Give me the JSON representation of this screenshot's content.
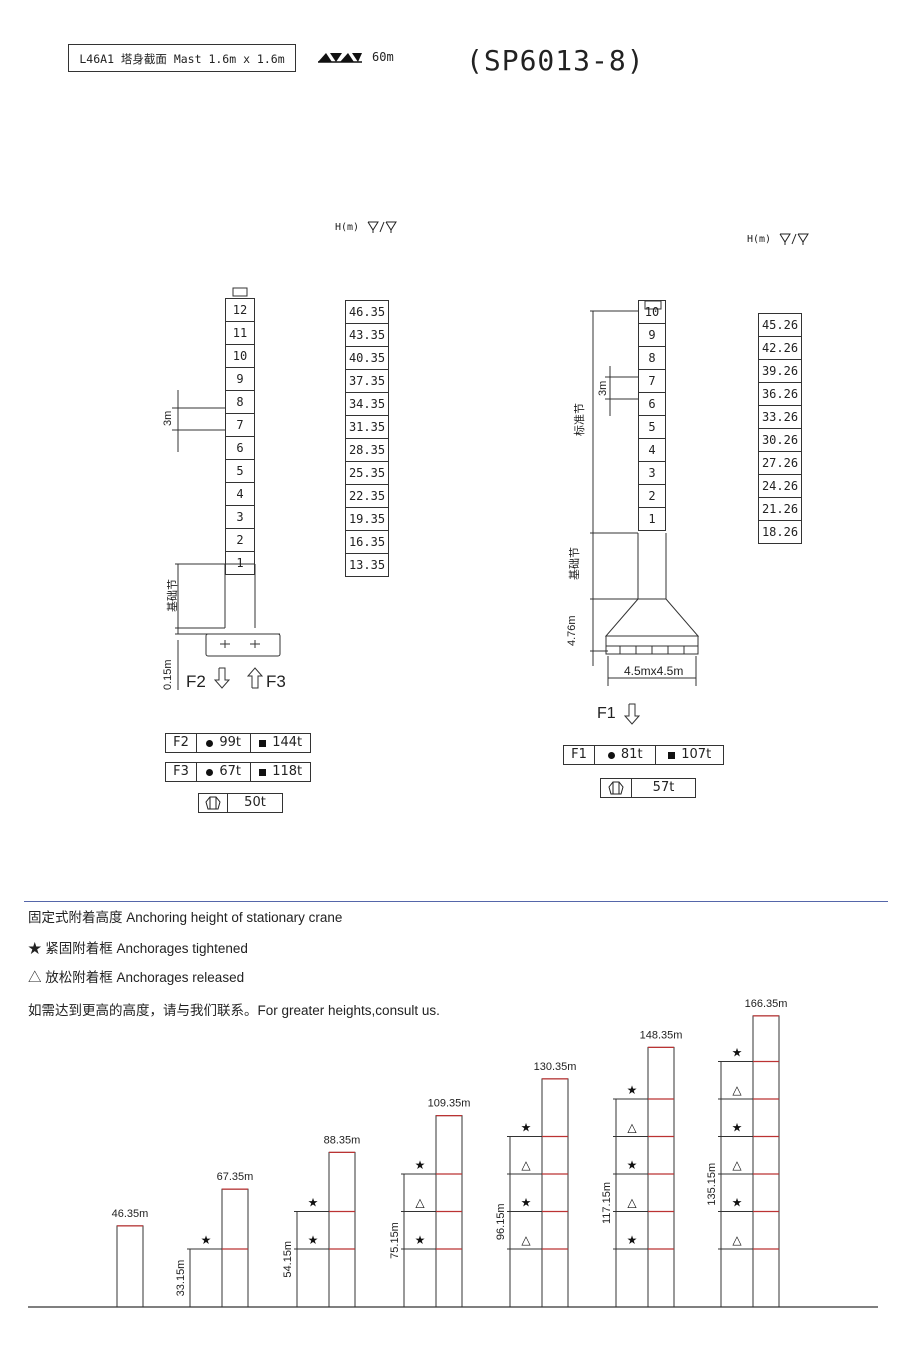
{
  "header": {
    "mast_label": "L46A1 塔身截面 Mast 1.6m x 1.6m",
    "jib_length": "60m",
    "model": "(SP6013-8)"
  },
  "left_config": {
    "hm_label": "H(m)",
    "sections": [
      "12",
      "11",
      "10",
      "9",
      "8",
      "7",
      "6",
      "5",
      "4",
      "3",
      "2",
      "1"
    ],
    "heights": [
      "46.35",
      "43.35",
      "40.35",
      "37.35",
      "34.35",
      "31.35",
      "28.35",
      "25.35",
      "22.35",
      "19.35",
      "16.35",
      "13.35"
    ],
    "section_dim": "3m",
    "base_section_label": "基础节",
    "base_dim": "0.15m",
    "f2_label": "F2",
    "f3_label": "F3",
    "loads": [
      {
        "name": "F2",
        "dot": "99t",
        "square": "144t"
      },
      {
        "name": "F3",
        "dot": "67t",
        "square": "118t"
      }
    ],
    "weight": "50t"
  },
  "right_config": {
    "hm_label": "H(m)",
    "sections": [
      "10",
      "9",
      "8",
      "7",
      "6",
      "5",
      "4",
      "3",
      "2",
      "1"
    ],
    "heights": [
      "45.26",
      "42.26",
      "39.26",
      "36.26",
      "33.26",
      "30.26",
      "27.26",
      "24.26",
      "21.26",
      "18.26"
    ],
    "section_dim": "3m",
    "std_section_label": "标准节",
    "base_section_label": "基础节",
    "chassis_dim": "4.76m",
    "base_size": "4.5mx4.5m",
    "f1_label": "F1",
    "loads": [
      {
        "name": "F1",
        "dot": "81t",
        "square": "107t"
      }
    ],
    "weight": "57t"
  },
  "anchoring": {
    "title": "固定式附着高度 Anchoring height of stationary crane",
    "tightened": "★ 紧固附着框   Anchorages tightened",
    "released": "△ 放松附着框   Anchorages released",
    "note": "如需达到更高的高度，请与我们联系。For greater heights,consult us.",
    "towers": [
      {
        "height": 46.35,
        "top_label": "46.35m",
        "anchor_label": "",
        "anchors": []
      },
      {
        "height": 67.35,
        "top_label": "67.35m",
        "anchor_label": "33.15m",
        "anchors": [
          "star"
        ]
      },
      {
        "height": 88.35,
        "top_label": "88.35m",
        "anchor_label": "54.15m",
        "anchors": [
          "star",
          "star"
        ]
      },
      {
        "height": 109.35,
        "top_label": "109.35m",
        "anchor_label": "75.15m",
        "anchors": [
          "star",
          "tri",
          "star"
        ]
      },
      {
        "height": 130.35,
        "top_label": "130.35m",
        "anchor_label": "96.15m",
        "anchors": [
          "tri",
          "star",
          "tri",
          "star"
        ]
      },
      {
        "height": 148.35,
        "top_label": "148.35m",
        "anchor_label": "117.15m",
        "anchors": [
          "star",
          "tri",
          "star",
          "tri",
          "star"
        ]
      },
      {
        "height": 166.35,
        "top_label": "166.35m",
        "anchor_label": "135.15m",
        "anchors": [
          "tri",
          "star",
          "tri",
          "star",
          "tri",
          "star"
        ]
      }
    ]
  }
}
